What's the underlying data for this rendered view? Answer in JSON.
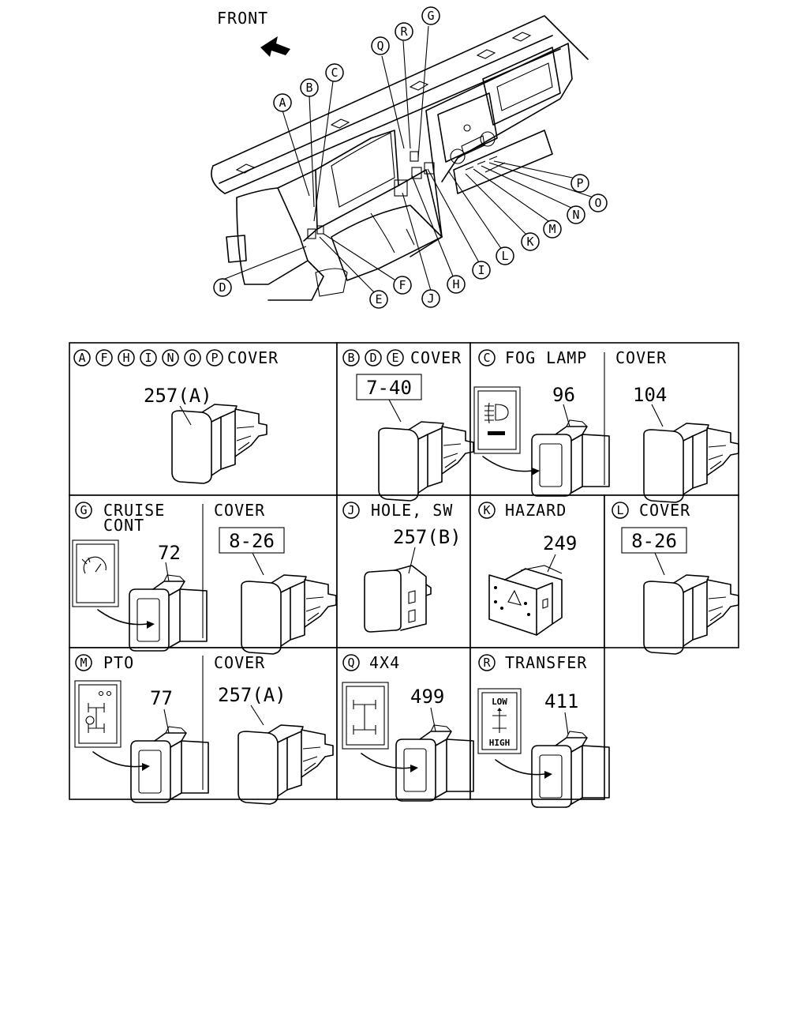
{
  "front_label": "FRONT",
  "callouts": [
    "A",
    "B",
    "C",
    "D",
    "E",
    "F",
    "G",
    "H",
    "I",
    "J",
    "K",
    "L",
    "M",
    "N",
    "O",
    "P",
    "Q",
    "R"
  ],
  "cells": [
    {
      "id": "afhinop",
      "letters": [
        "A",
        "F",
        "H",
        "I",
        "N",
        "O",
        "P"
      ],
      "text": "COVER",
      "part": "257(A)"
    },
    {
      "id": "bde",
      "letters": [
        "B",
        "D",
        "E"
      ],
      "text": "COVER",
      "part": "7-40"
    },
    {
      "id": "c",
      "letters": [
        "C"
      ],
      "text": "FOG LAMP",
      "part": "96"
    },
    {
      "id": "c2",
      "letters": [],
      "text": "COVER",
      "part": "104"
    },
    {
      "id": "g",
      "letters": [
        "G"
      ],
      "text": "CRUISE",
      "text2": "CONT",
      "part": "72"
    },
    {
      "id": "g2",
      "letters": [],
      "text": "COVER",
      "part": "8-26"
    },
    {
      "id": "j",
      "letters": [
        "J"
      ],
      "text": "HOLE, SW",
      "part": "257(B)"
    },
    {
      "id": "k",
      "letters": [
        "K"
      ],
      "text": "HAZARD",
      "part": "249"
    },
    {
      "id": "l",
      "letters": [
        "L"
      ],
      "text": "COVER",
      "part": "8-26"
    },
    {
      "id": "m",
      "letters": [
        "M"
      ],
      "text": "PTO",
      "part": "77"
    },
    {
      "id": "m2",
      "letters": [],
      "text": "COVER",
      "part": "257(A)"
    },
    {
      "id": "q",
      "letters": [
        "Q"
      ],
      "text": "4X4",
      "part": "499"
    },
    {
      "id": "r",
      "letters": [
        "R"
      ],
      "text": "TRANSFER",
      "part": "411"
    }
  ],
  "transfer_icon": {
    "top": "LOW",
    "bottom": "HIGH"
  }
}
